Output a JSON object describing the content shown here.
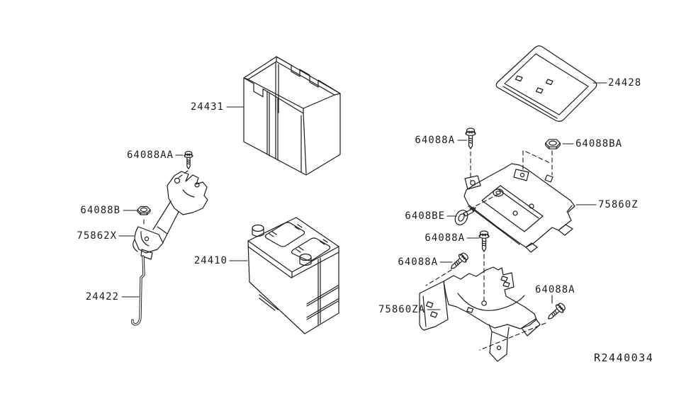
{
  "colors": {
    "background": "#ffffff",
    "line": "#1b1b1b"
  },
  "diagram_ref": "R2440034",
  "callouts": [
    {
      "part": "battery-cover",
      "label": "24431"
    },
    {
      "part": "battery-tray",
      "label": "24428"
    },
    {
      "part": "bolt-upper",
      "label": "64088A"
    },
    {
      "part": "nut-upper-right",
      "label": "64088BA"
    },
    {
      "part": "bracket-battery-support-upper",
      "label": "75860Z"
    },
    {
      "part": "clip",
      "label": "6408BE"
    },
    {
      "part": "bolt-middle",
      "label": "64088A"
    },
    {
      "part": "bolt-lower-left",
      "label": "64088A"
    },
    {
      "part": "bolt-lower-right",
      "label": "64088A"
    },
    {
      "part": "bracket-battery-support-lower",
      "label": "75860ZA"
    },
    {
      "part": "bolt-small",
      "label": "64088AA"
    },
    {
      "part": "nut-left",
      "label": "64088B"
    },
    {
      "part": "bracket-battery-mounting",
      "label": "75862X"
    },
    {
      "part": "rod-battery-fix",
      "label": "24422"
    },
    {
      "part": "battery",
      "label": "24410"
    }
  ]
}
